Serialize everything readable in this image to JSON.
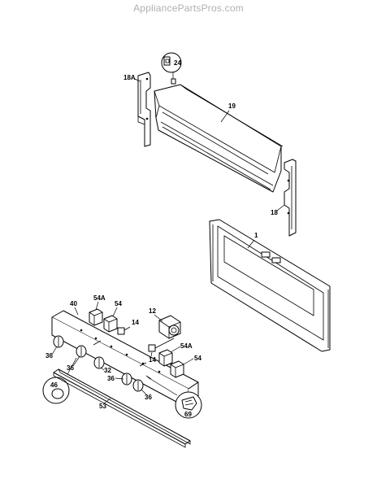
{
  "watermark": "AppliancePartsPros.com",
  "callouts": {
    "p24": "24",
    "p18a": "18A",
    "p19": "19",
    "p18": "18",
    "p1": "1",
    "p40": "40",
    "p54a_top": "54A",
    "p54_top": "54",
    "p12": "12",
    "p14_top": "14",
    "p14_bottom": "14",
    "p54a_right": "54A",
    "p54_right": "54",
    "p36_a": "36",
    "p36_b": "36",
    "p32": "32",
    "p36_c": "36",
    "p36_d": "36",
    "p46": "46",
    "p53": "53",
    "p69": "69"
  }
}
